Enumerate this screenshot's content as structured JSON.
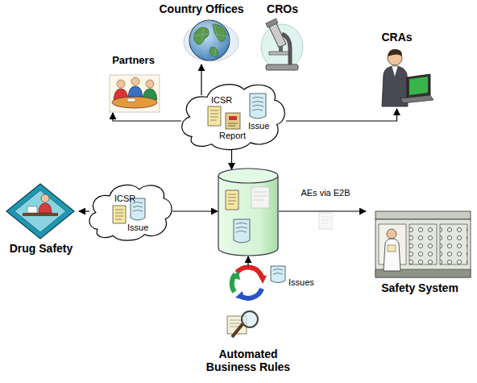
{
  "diagram": {
    "nodes": [
      {
        "text": [
          "Partners"
        ]
      },
      {
        "text": [
          "Country Offices"
        ]
      },
      {
        "text": [
          "CROs"
        ]
      },
      {
        "text": [
          "CRAs"
        ]
      },
      {
        "text": [
          "ICSR",
          "Report",
          "Issue"
        ]
      },
      {
        "text": [
          "Drug Safety"
        ]
      },
      {
        "text": [
          "ICSR",
          "Issue"
        ]
      },
      {
        "text": []
      },
      {
        "text": [
          "Safety System"
        ]
      },
      {
        "text": [
          "Automated Business Rules"
        ]
      }
    ],
    "edges": [
      {
        "from": 4,
        "to": 0,
        "arrow": "to"
      },
      {
        "from": 4,
        "to": 1,
        "arrow": "to"
      },
      {
        "from": 4,
        "to": 3,
        "arrow": "to"
      },
      {
        "from": 4,
        "to": 7,
        "arrow": "to"
      },
      {
        "from": 6,
        "to": 5,
        "arrow": "to"
      },
      {
        "from": 6,
        "to": 7,
        "arrow": "to"
      },
      {
        "from": 7,
        "to": 8,
        "label": "AEs via E2B",
        "arrow": "to"
      },
      {
        "from": 9,
        "to": 7,
        "arrow": "to"
      }
    ],
    "labels": [
      "Issues"
    ]
  }
}
